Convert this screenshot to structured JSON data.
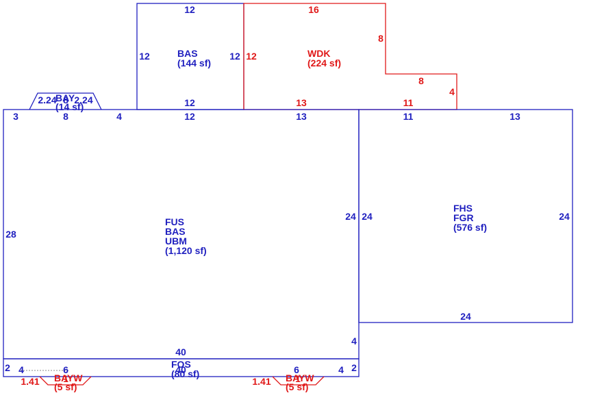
{
  "colors": {
    "living": "#1f1fbf",
    "deck": "#e01818"
  },
  "areas": {
    "bas_top": {
      "code": "BAS",
      "area": "(144 sf)"
    },
    "wdk": {
      "code": "WDK",
      "area": "(224 sf)"
    },
    "bay_top": {
      "code": "BAY",
      "area": "(14 sf)"
    },
    "main": {
      "line1": "FUS",
      "line2": "BAS",
      "line3": "UBM",
      "area": "(1,120 sf)"
    },
    "garage": {
      "line1": "FHS",
      "line2": "FGR",
      "area": "(576 sf)"
    },
    "fos": {
      "code": "FOS",
      "area": "(80 sf)"
    },
    "bayw_left": {
      "code": "BAYW",
      "area": "(5 sf)"
    },
    "bayw_right": {
      "code": "BAYW",
      "area": "(5 sf)"
    }
  },
  "dimensions": {
    "bas_top": "12",
    "bas_left": "12",
    "bas_right": "12",
    "bas_bottom": "12",
    "wdk_top": "16",
    "wdk_left": "12",
    "wdk_right": "8",
    "wdk_step": "8",
    "wdk_step_side": "4",
    "wdk_bottom_a": "13",
    "wdk_bottom_b": "11",
    "bay_left": "2.24",
    "bay_top": "8",
    "bay_right": "2.24",
    "main_top_a": "3",
    "main_top_b": "8",
    "main_top_c": "4",
    "main_top_d": "12",
    "main_top_e": "13",
    "main_left": "28",
    "main_right": "24",
    "main_bottom": "40",
    "main_right_small": "4",
    "garage_top_a": "11",
    "garage_top_b": "13",
    "garage_left": "24",
    "garage_right": "24",
    "garage_bottom": "24",
    "fos_left": "2",
    "fos_right": "2",
    "fos_a": "4",
    "fos_b": "6",
    "fos_c": "6",
    "fos_d": "4",
    "fos_mid": "40",
    "bayw_left_diag": "1.41",
    "bayw_left_a": "1",
    "bayw_right_diag": "1.41",
    "bayw_right_a": "1"
  }
}
